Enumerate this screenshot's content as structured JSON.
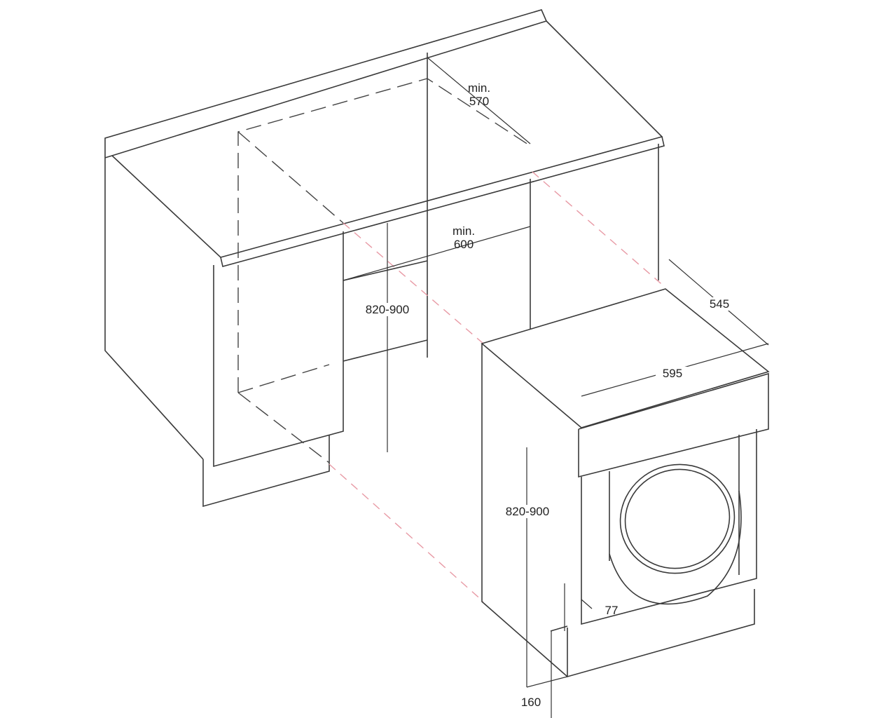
{
  "dimensions": {
    "niche_depth": {
      "prefix": "min.",
      "value": "570"
    },
    "niche_width": {
      "prefix": "min.",
      "value": "600"
    },
    "niche_height": "820-900",
    "machine_depth": "545",
    "machine_width": "595",
    "machine_height": "820-900",
    "door_offset": "77",
    "plinth_height": "160"
  },
  "colors": {
    "line": "#3a3a3a",
    "guide": "#e89aa5",
    "porthole": "#dcdcdc"
  }
}
